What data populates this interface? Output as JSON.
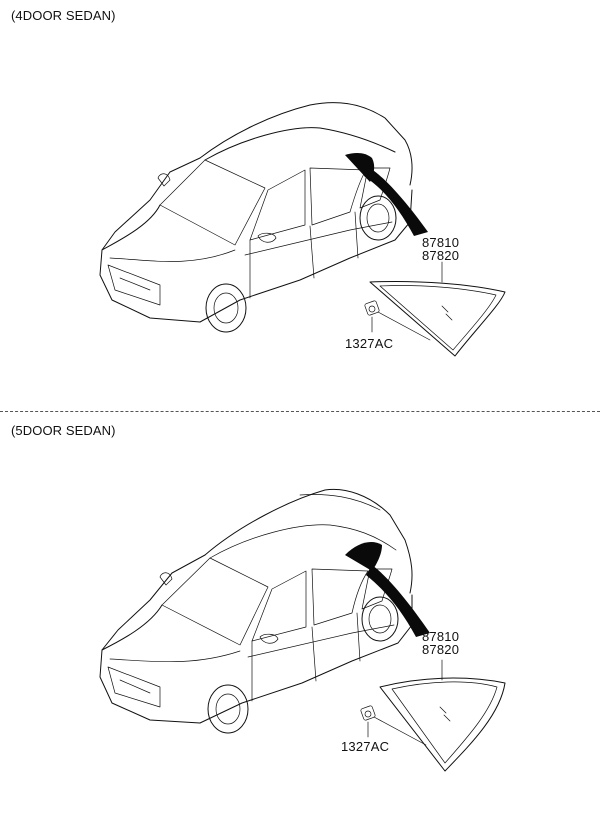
{
  "sections": [
    {
      "title": "(4DOOR SEDAN)",
      "part_numbers": [
        "87810",
        "87820"
      ],
      "fastener_code": "1327AC"
    },
    {
      "title": "(5DOOR SEDAN)",
      "part_numbers": [
        "87810",
        "87820"
      ],
      "fastener_code": "1327AC"
    }
  ]
}
